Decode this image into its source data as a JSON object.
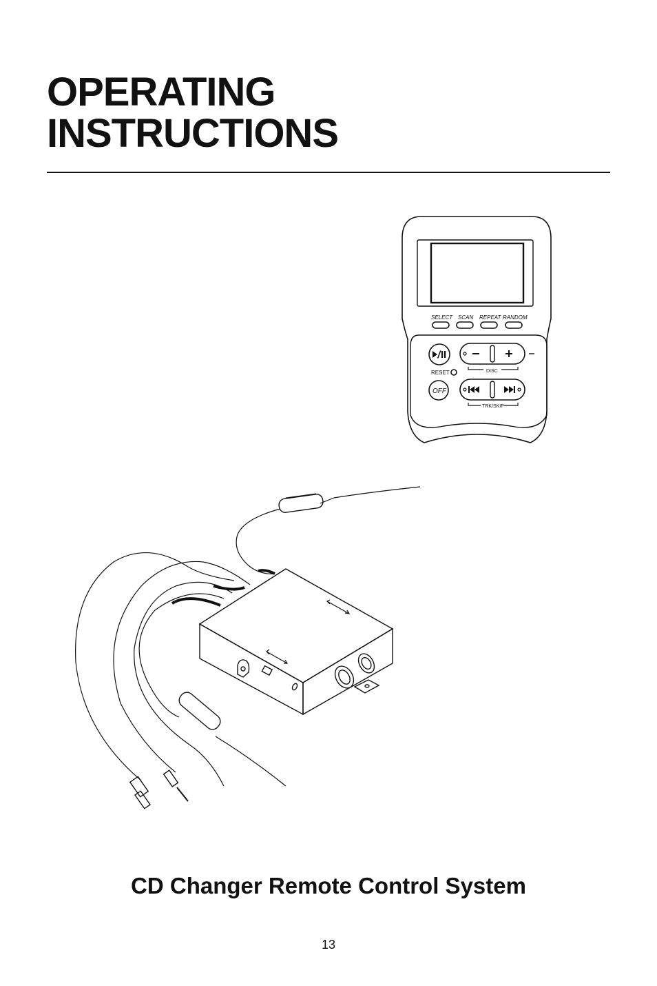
{
  "title": {
    "line1": "OPERATING",
    "line2": "INSTRUCTIONS"
  },
  "remote": {
    "buttons": {
      "select": "SELECT",
      "scan": "SCAN",
      "repeat": "REPEAT",
      "random": "RANDOM",
      "reset": "RESET",
      "off": "OFF",
      "disc": "DISC",
      "trk_skip": "TRK/SKIP"
    },
    "icons": [
      "play-pause-icon",
      "minus-icon",
      "plus-icon",
      "prev-track-icon",
      "next-track-icon"
    ]
  },
  "caption": "CD Changer Remote Control System",
  "page_number": "13"
}
